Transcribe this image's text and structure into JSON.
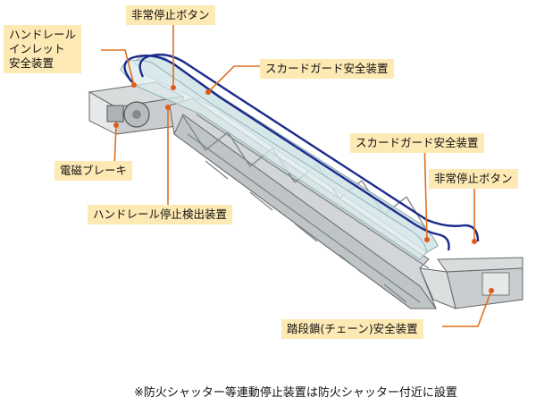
{
  "labels": {
    "handrail_inlet": [
      "ハンドレール",
      "インレット",
      "安全装置"
    ],
    "emergency_stop_top": "非常停止ボタン",
    "skirt_guard_top": "スカードガード安全装置",
    "electromagnetic_brake": "電磁ブレーキ",
    "handrail_stop_detector": "ハンドレール停止検出装置",
    "skirt_guard_bottom": "スカードガード安全装置",
    "emergency_stop_bottom": "非常停止ボタン",
    "step_chain_safety": "踏段鎖(チェーン)安全装置"
  },
  "footnote": "※防火シャッター等連動停止装置は防火シャッター付近に設置",
  "colors": {
    "label_bg": "#fde9b4",
    "leader_line": "#e07020",
    "marker": "#e05a1a",
    "handrail": "#1d2a8c",
    "glass": "#cfe3e6",
    "truss": "#9aa2a6"
  }
}
